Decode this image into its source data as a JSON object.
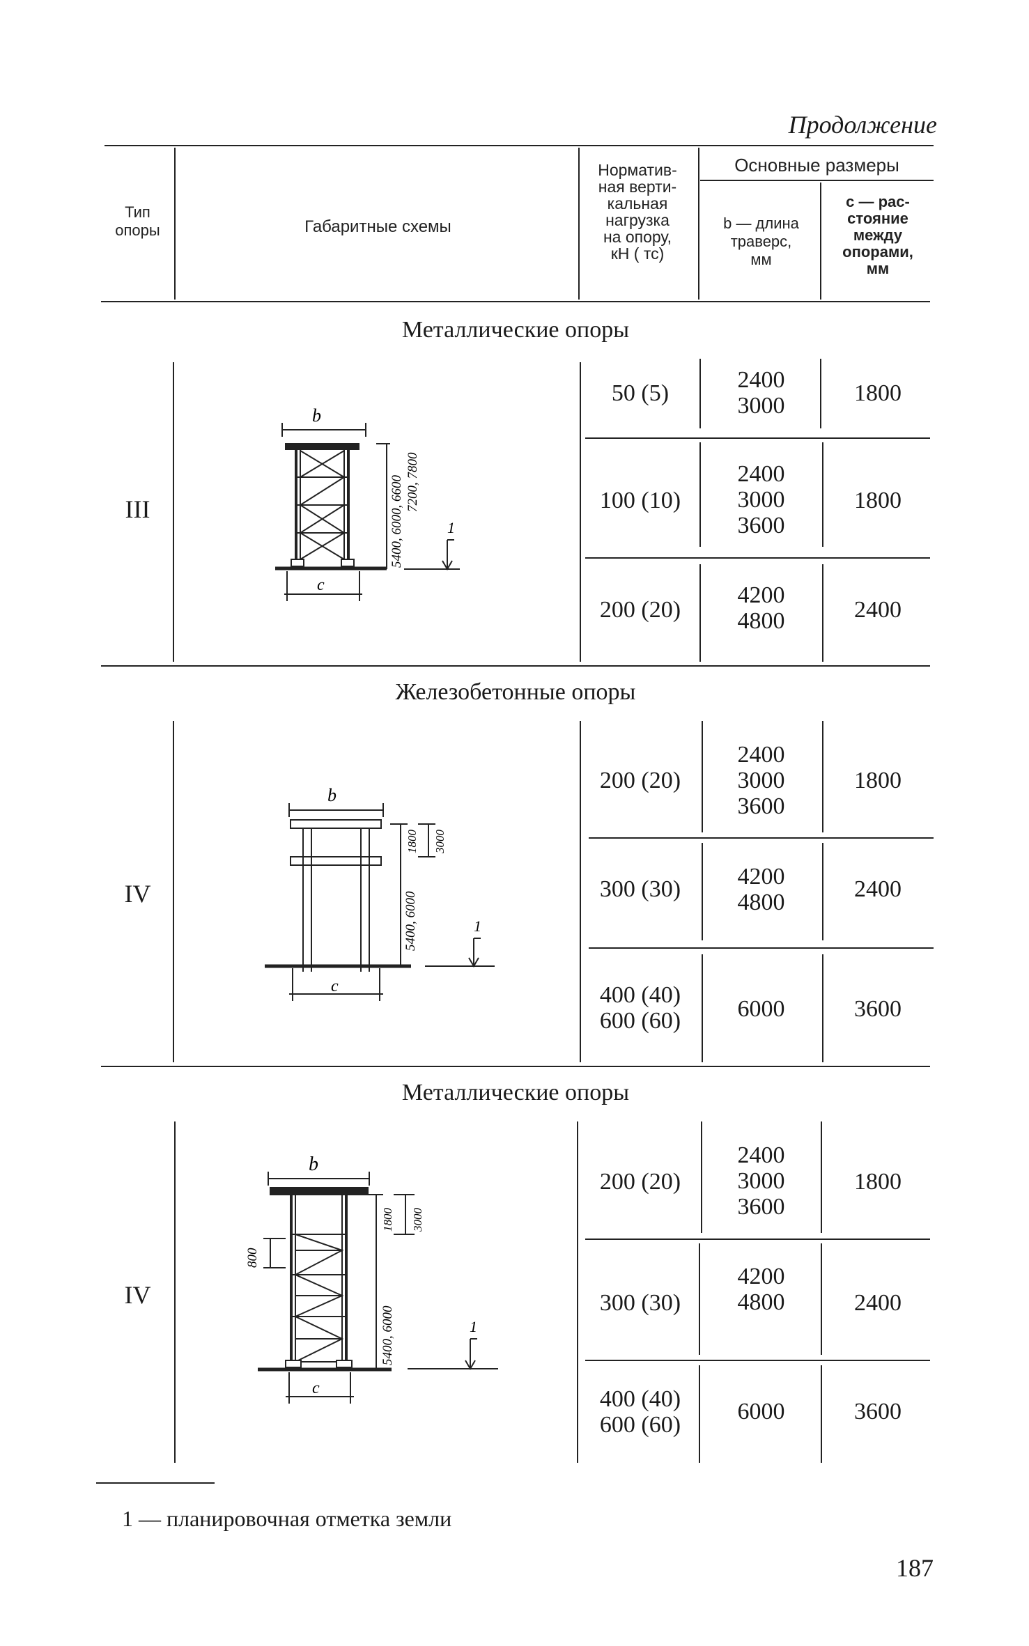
{
  "page": {
    "continuation": "Продолжение",
    "page_number": "187"
  },
  "table": {
    "headers": {
      "type": [
        "Тип",
        "опоры"
      ],
      "schema": "Габаритные схемы",
      "load": [
        "Норматив-",
        "ная верти-",
        "кальная",
        "нагрузка",
        "на опору,",
        "кН ( тс)"
      ],
      "main": "Основные размеры",
      "b": [
        "b — длина",
        "траверс,",
        "мм"
      ],
      "c": [
        "c — рас-",
        "стояние",
        "между",
        "опорами,",
        "мм"
      ]
    },
    "sections": [
      {
        "title": "Металлические опоры",
        "type": "III",
        "rows": [
          {
            "load": [
              "50 (5)"
            ],
            "b": [
              "2400",
              "3000"
            ],
            "c": "1800"
          },
          {
            "load": [
              "100 (10)"
            ],
            "b": [
              "2400",
              "3000",
              "3600"
            ],
            "c": "1800"
          },
          {
            "load": [
              "200 (20)"
            ],
            "b": [
              "4200",
              "4800"
            ],
            "c": "2400"
          }
        ],
        "diagram": {
          "b": "b",
          "c": "c",
          "dims": "5400, 6000, 6600",
          "dims2": "7200, 7800",
          "mark": "1"
        }
      },
      {
        "title": "Железобетонные опоры",
        "type": "IV",
        "rows": [
          {
            "load": [
              "200 (20)"
            ],
            "b": [
              "2400",
              "3000",
              "3600"
            ],
            "c": "1800"
          },
          {
            "load": [
              "300 (30)"
            ],
            "b": [
              "4200",
              "4800"
            ],
            "c": "2400"
          },
          {
            "load": [
              "400 (40)",
              "600 (60)"
            ],
            "b": [
              "6000"
            ],
            "c": "3600"
          }
        ],
        "diagram": {
          "b": "b",
          "c": "c",
          "dims": "5400, 6000",
          "d1": "1800",
          "d2": "3000",
          "mark": "1"
        }
      },
      {
        "title": "Металлические опоры",
        "type": "IV",
        "rows": [
          {
            "load": [
              "200 (20)"
            ],
            "b": [
              "2400",
              "3000",
              "3600"
            ],
            "c": "1800"
          },
          {
            "load": [
              "300 (30)"
            ],
            "b": [
              "4200",
              "4800"
            ],
            "c": "2400"
          },
          {
            "load": [
              "400 (40)",
              "600 (60)"
            ],
            "b": [
              "6000"
            ],
            "c": "3600"
          }
        ],
        "diagram": {
          "b": "b",
          "c": "c",
          "dims": "5400, 6000",
          "d1": "1800",
          "d2": "3000",
          "d0": "800",
          "mark": "1"
        }
      }
    ]
  },
  "footnote": "1 — планировочная отметка земли"
}
